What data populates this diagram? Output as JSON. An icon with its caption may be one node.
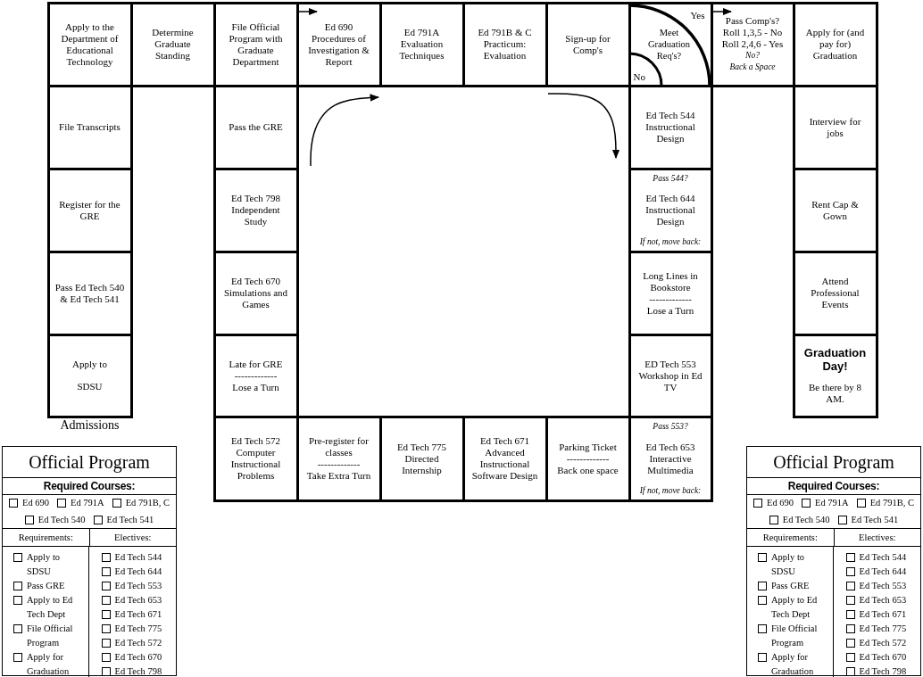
{
  "diagram": {
    "nodes": [
      {
        "text": [
          "Apply to the Department of Educational Technology"
        ]
      },
      {
        "text": [
          "Determine Graduate Standing"
        ]
      },
      {
        "text": [
          "File Official Program with Graduate Department"
        ]
      },
      {
        "text": [
          "Ed 690 Procedures of Investigation & Report"
        ]
      },
      {
        "text": [
          "Ed 791A Evaluation Techniques"
        ]
      },
      {
        "text": [
          "Ed 791B & C Practicum: Evaluation"
        ]
      },
      {
        "text": [
          "Sign-up for Comp's"
        ]
      },
      {
        "text": [
          "Meet Graduation Req's?",
          "Yes",
          "No"
        ]
      },
      {
        "text": [
          "Pass Comp's?",
          "Roll 1,3,5 - No",
          "Roll 2,4,6 - Yes",
          "No?",
          "Back a Space"
        ]
      },
      {
        "text": [
          "Apply for (and pay for) Graduation"
        ]
      },
      {
        "text": [
          "File Transcripts"
        ]
      },
      {
        "text": [
          "Pass the GRE"
        ]
      },
      {
        "text": [
          "Ed Tech 544 Instructional Design"
        ]
      },
      {
        "text": [
          "Interview for jobs"
        ]
      },
      {
        "text": [
          "Register for the GRE"
        ]
      },
      {
        "text": [
          "Ed Tech 798 Independent Study"
        ]
      },
      {
        "text": [
          "Pass 544?",
          "Ed Tech 644 Instructional Design",
          "If not, move back:"
        ]
      },
      {
        "text": [
          "Rent Cap & Gown"
        ]
      },
      {
        "text": [
          "Pass Ed Tech 540 & Ed Tech 541"
        ]
      },
      {
        "text": [
          "Ed Tech 670 Simulations and Games"
        ]
      },
      {
        "text": [
          "Long Lines in Bookstore",
          "-------------",
          "Lose a Turn"
        ]
      },
      {
        "text": [
          "Attend Professional Events"
        ]
      },
      {
        "text": [
          "Apply to",
          "SDSU"
        ]
      },
      {
        "text": [
          "Late for GRE",
          "-------------",
          "Lose a Turn"
        ]
      },
      {
        "text": [
          "ED Tech 553 Workshop in Ed TV"
        ]
      },
      {
        "text": [
          "Graduation Day!",
          "Be there by 8 AM."
        ]
      },
      {
        "text": [
          "Ed Tech 572 Computer Instructional Problems"
        ]
      },
      {
        "text": [
          "Pre-register for classes",
          "-------------",
          "Take Extra Turn"
        ]
      },
      {
        "text": [
          "Ed Tech 775 Directed Internship"
        ]
      },
      {
        "text": [
          "Ed Tech 671 Advanced Instructional Software Design"
        ]
      },
      {
        "text": [
          "Parking Ticket",
          "-------------",
          "Back one space"
        ]
      },
      {
        "text": [
          "Pass 553?",
          "Ed Tech 653 Interactive Multimedia",
          "If not, move back:"
        ]
      }
    ],
    "edges": [
      {
        "from": 2,
        "to": 3,
        "arrow": "to"
      },
      {
        "from": 7,
        "to": 8,
        "arrow": "to"
      }
    ],
    "labels": [
      "Admissions",
      "Official Program",
      "Required Courses:",
      "Ed 690",
      "Ed 791A",
      "Ed 791B, C",
      "Ed Tech 540",
      "Ed Tech 541",
      "Requirements:",
      "Electives:",
      "Apply to SDSU",
      "Pass GRE",
      "Apply to Ed Tech Dept",
      "File Official Program",
      "Apply for Graduation",
      "Ed Tech 544",
      "Ed Tech 644",
      "Ed Tech 553",
      "Ed Tech 653",
      "Ed Tech 671",
      "Ed Tech 775",
      "Ed Tech 572",
      "Ed Tech 670",
      "Ed Tech 798",
      "Official Program",
      "Required Courses:",
      "Ed 690",
      "Ed 791A",
      "Ed 791B, C",
      "Ed Tech 540",
      "Ed Tech 541",
      "Requirements:",
      "Electives:",
      "Apply to SDSU",
      "Pass GRE",
      "Apply to Ed Tech Dept",
      "File Official Program",
      "Apply for Graduation",
      "Ed Tech 544",
      "Ed Tech 644",
      "Ed Tech 553",
      "Ed Tech 653",
      "Ed Tech 671",
      "Ed Tech 775",
      "Ed Tech 572",
      "Ed Tech 670",
      "Ed Tech 798"
    ]
  }
}
